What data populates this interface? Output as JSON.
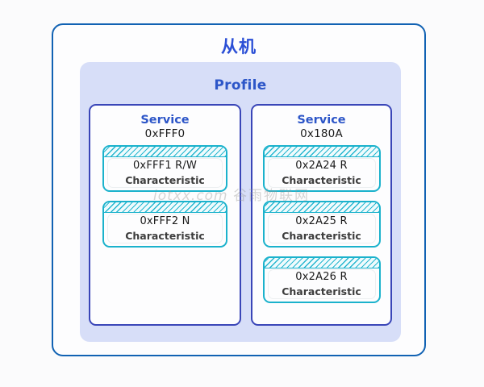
{
  "diagram": {
    "title": "从机",
    "profile": {
      "label": "Profile",
      "services": [
        {
          "label": "Service",
          "uuid": "0xFFF0",
          "characteristics": [
            {
              "id": "0xFFF1  R/W",
              "kind": "Characteristic"
            },
            {
              "id": "0xFFF2  N",
              "kind": "Characteristic"
            }
          ]
        },
        {
          "label": "Service",
          "uuid": "0x180A",
          "characteristics": [
            {
              "id": "0x2A24  R",
              "kind": "Characteristic"
            },
            {
              "id": "0x2A25  R",
              "kind": "Characteristic"
            },
            {
              "id": "0x2A26  R",
              "kind": "Characteristic"
            }
          ]
        }
      ]
    }
  },
  "watermark": {
    "latin": "iotxx.com",
    "chinese": "谷雨物联网"
  },
  "colors": {
    "outer_border": "#1162b3",
    "title_text": "#2b4fd6",
    "profile_fill": "#d7def8",
    "profile_text": "#2d56c8",
    "service_border": "#3a46b8",
    "service_label": "#2d56c8",
    "characteristic_border": "#1bb2cc",
    "hatch_line": "#25b6cf",
    "page_background": "#fbfbfc"
  }
}
